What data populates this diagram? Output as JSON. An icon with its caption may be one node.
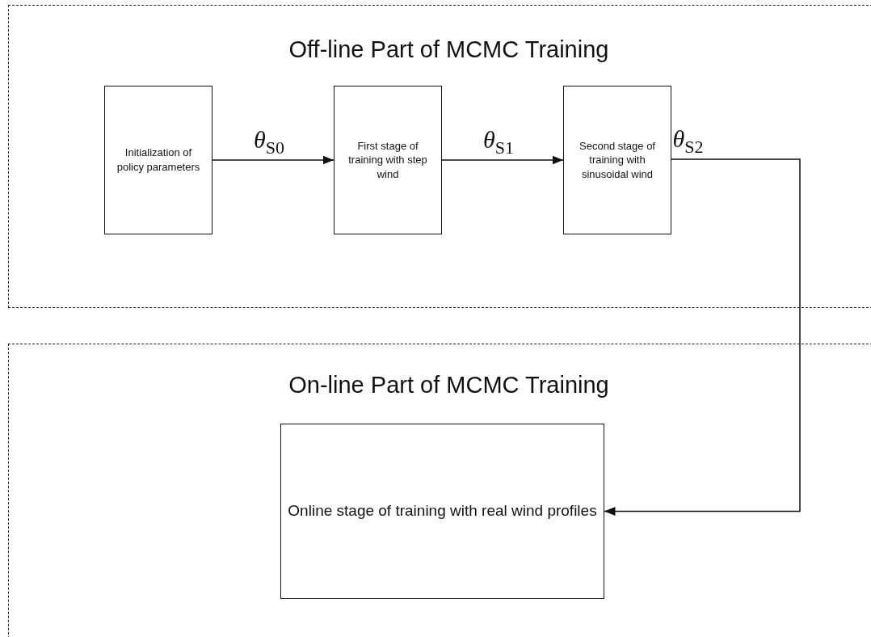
{
  "diagram": {
    "nodes": [
      {
        "text": [
          "Off-line Part of MCMC Training"
        ]
      },
      {
        "text": [
          "Initialization of policy parameters"
        ],
        "in": 0
      },
      {
        "text": [
          "First stage of training with step wind"
        ],
        "in": 0
      },
      {
        "text": [
          "Second stage of training with sinusoidal wind"
        ],
        "in": 0
      },
      {
        "text": [
          "On-line Part of MCMC Training"
        ]
      },
      {
        "text": [
          "Online stage of training with real wind profiles"
        ],
        "in": 4
      }
    ],
    "edges": [
      {
        "from": 1,
        "to": 2,
        "arrow": "to",
        "label": "θ$_{S0}$"
      },
      {
        "from": 2,
        "to": 3,
        "arrow": "to",
        "label": "θ$_{S1}$"
      },
      {
        "from": 3,
        "to": 5,
        "arrow": "to",
        "label": "θ$_{S2}$"
      }
    ]
  }
}
